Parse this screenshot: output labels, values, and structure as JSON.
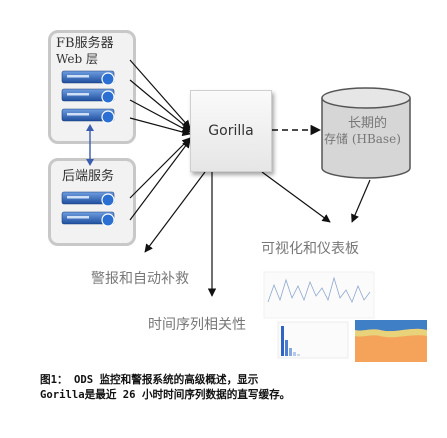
{
  "frontend_panel": {
    "title": "FB服务器",
    "sublabel": "Web 层"
  },
  "backend_panel": {
    "title": "后端服务"
  },
  "core": {
    "label": "Gorilla"
  },
  "storage": {
    "line1": "长期的",
    "line2": "存储 (HBase)"
  },
  "outputs": {
    "viz": "可视化和仪表板",
    "alert": "警报和自动补救",
    "corr": "时间序列相关性"
  },
  "caption": {
    "line1": "图1： ODS 监控和警报系统的高级概述，显示",
    "line2": "Gorilla是最近 26 小时时间序列数据的直写缓存。"
  },
  "colors": {
    "panel_border": "#c8c8c8",
    "server_blue": "#1f5fb5",
    "connector_blue": "#3a5db0",
    "db_fill": "#d8d8d8"
  }
}
